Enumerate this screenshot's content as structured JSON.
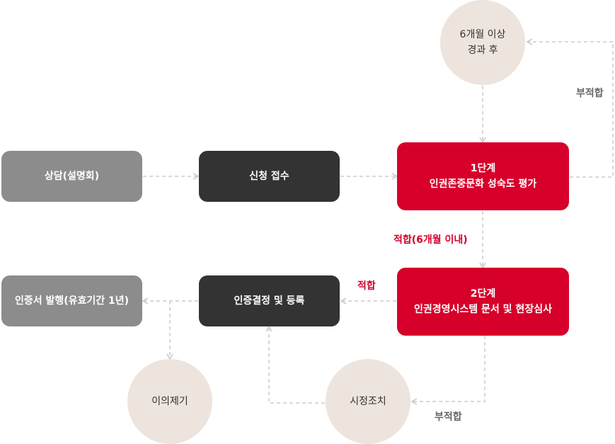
{
  "nodes": {
    "consult": "상담(설명회)",
    "apply": "신청 접수",
    "stage1_title": "1단계",
    "stage1_sub": "인권존중문화 성숙도 평가",
    "stage2_title": "2단계",
    "stage2_sub": "인권경영시스템 문서 및 현장심사",
    "decision": "인증결정 및 등록",
    "issue": "인증서 발행(유효기간 1년)",
    "objection": "이의제기",
    "correction": "시정조치",
    "wait_line1": "6개월 이상",
    "wait_line2": "경과 후"
  },
  "labels": {
    "unfit_top": "부적합",
    "fit_6months": "적합(6개월 이내)",
    "fit": "적합",
    "unfit_bottom": "부적합"
  },
  "colors": {
    "red": "#d6002a",
    "dark": "#333333",
    "gray": "#8c8c8c",
    "beige": "#ede4dd",
    "connector": "#cccccc"
  }
}
